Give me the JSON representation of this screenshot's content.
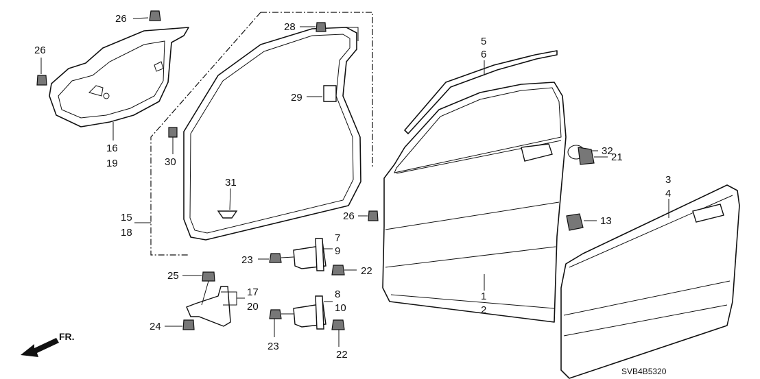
{
  "diagram_code": "SVB4B5320",
  "direction_label": "FR.",
  "callouts": {
    "n26a": "26",
    "n26b": "26",
    "n26c": "26",
    "n16": "16",
    "n19": "19",
    "n28": "28",
    "n29": "29",
    "n30": "30",
    "n31": "31",
    "n15": "15",
    "n18": "18",
    "n5": "5",
    "n6": "6",
    "n32": "32",
    "n21": "21",
    "n13": "13",
    "n3": "3",
    "n4": "4",
    "n1": "1",
    "n2": "2",
    "n7": "7",
    "n9": "9",
    "n8": "8",
    "n10": "10",
    "n23a": "23",
    "n23b": "23",
    "n22a": "22",
    "n22b": "22",
    "n25": "25",
    "n24": "24",
    "n17": "17",
    "n20": "20"
  }
}
